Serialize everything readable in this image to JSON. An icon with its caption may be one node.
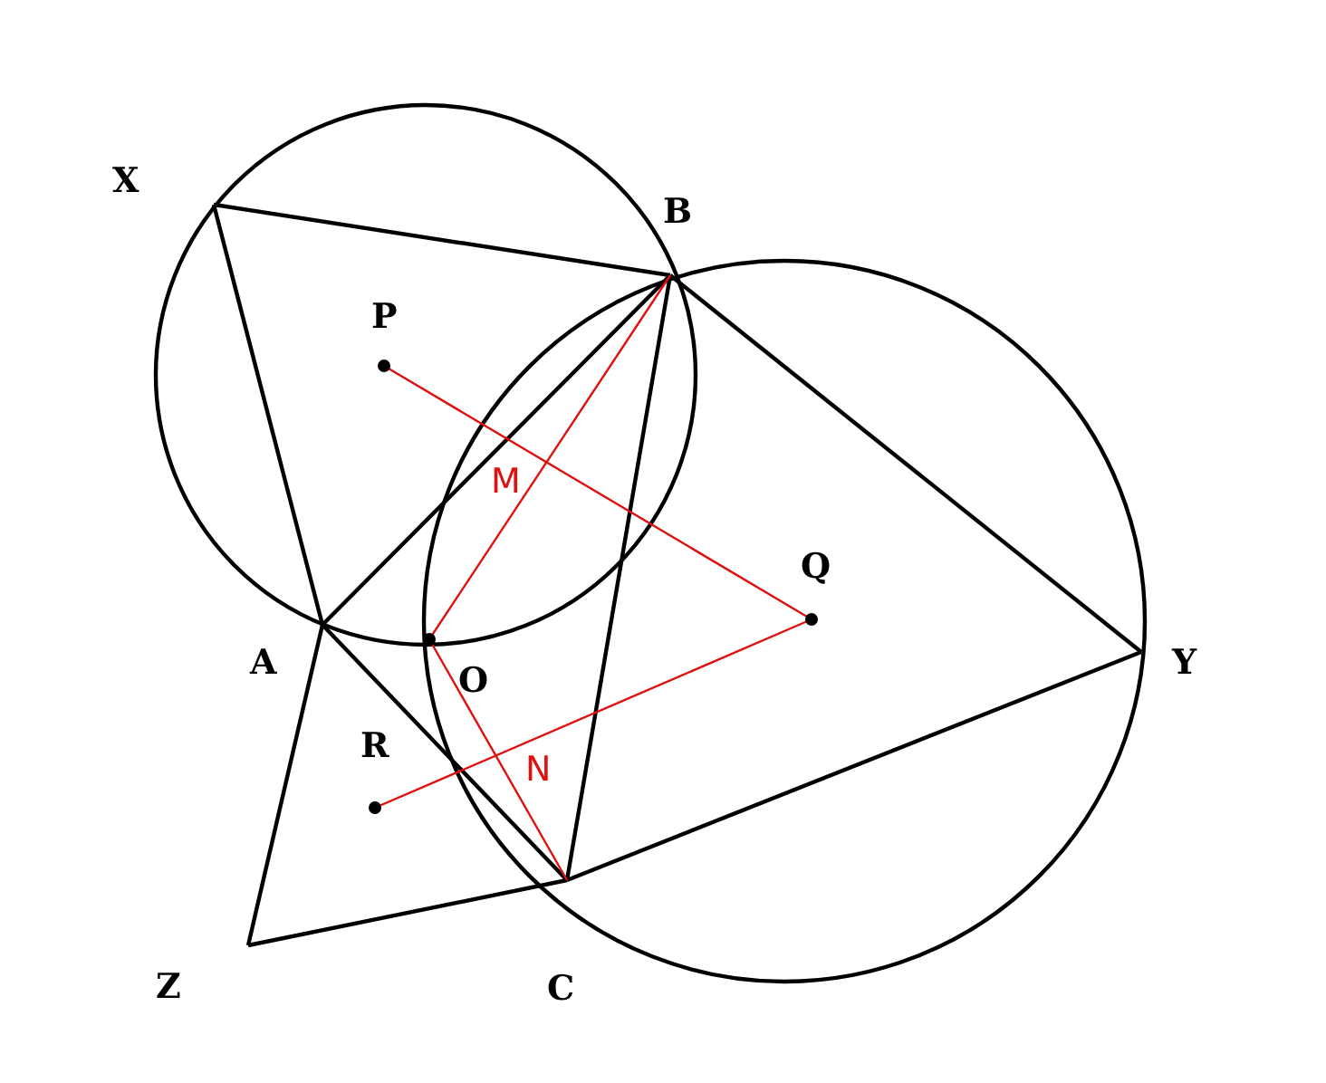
{
  "diagram": {
    "labels": [
      "X",
      "B",
      "P",
      "M",
      "Q",
      "A",
      "O",
      "Y",
      "R",
      "N",
      "C",
      "Z"
    ]
  }
}
